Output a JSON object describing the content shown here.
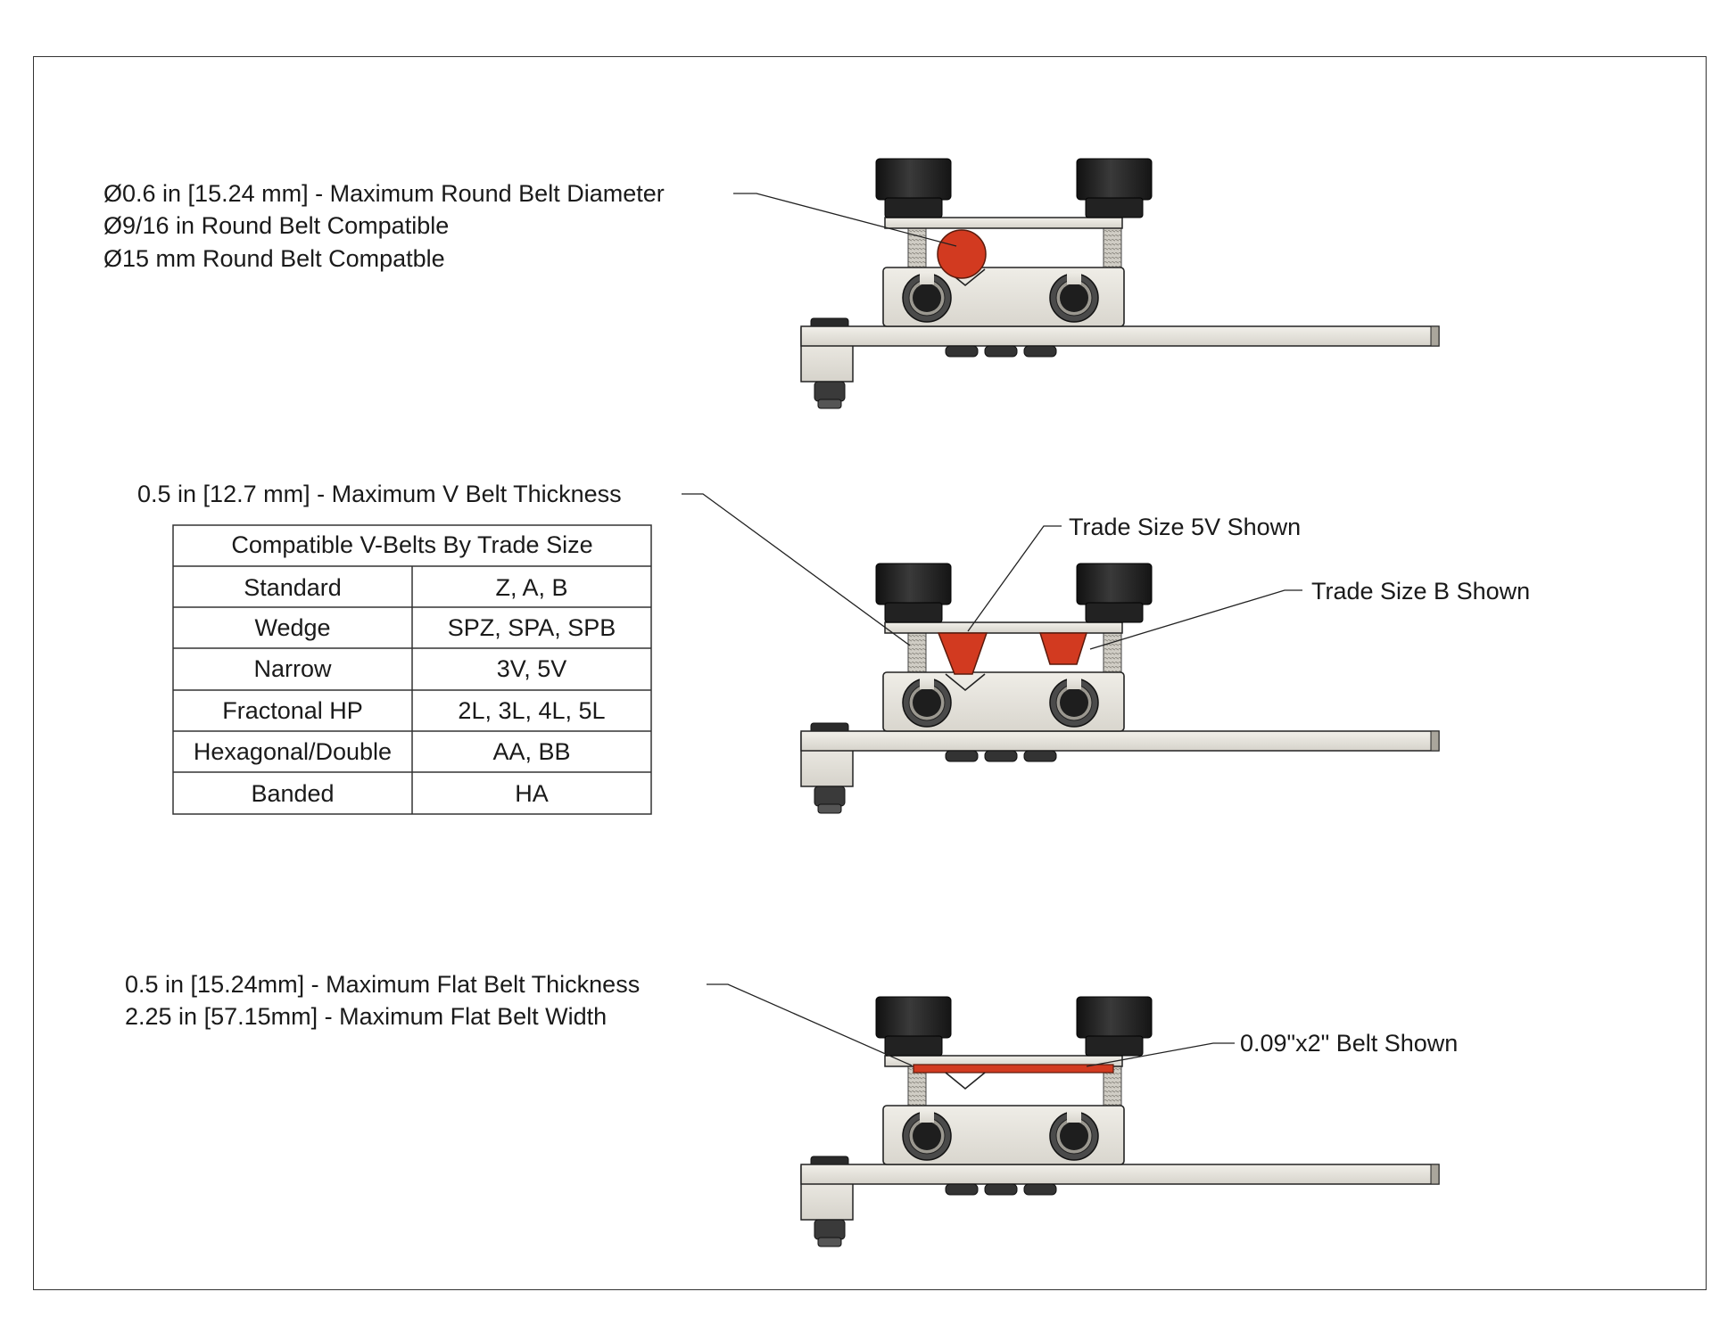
{
  "round_belt": {
    "lines": [
      "Ø0.6 in [15.24 mm] - Maximum Round Belt Diameter",
      "Ø9/16 in Round Belt Compatible",
      "Ø15 mm Round Belt Compatble"
    ]
  },
  "v_belt": {
    "max_thickness": "0.5 in [12.7 mm] - Maximum V Belt Thickness",
    "callout_5v": "Trade Size 5V Shown",
    "callout_b": "Trade Size B Shown"
  },
  "table": {
    "title": "Compatible V-Belts By Trade Size",
    "rows": [
      {
        "type": "Standard",
        "sizes": "Z, A, B"
      },
      {
        "type": "Wedge",
        "sizes": "SPZ, SPA, SPB"
      },
      {
        "type": "Narrow",
        "sizes": "3V, 5V"
      },
      {
        "type": "Fractonal HP",
        "sizes": "2L, 3L, 4L, 5L"
      },
      {
        "type": "Hexagonal/Double",
        "sizes": "AA, BB"
      },
      {
        "type": "Banded",
        "sizes": "HA"
      }
    ]
  },
  "flat_belt": {
    "lines": [
      "0.5 in [15.24mm] - Maximum Flat Belt Thickness",
      "2.25 in [57.15mm] - Maximum Flat Belt Width"
    ],
    "callout": "0.09\"x2\" Belt Shown"
  },
  "colors": {
    "belt": "#d23a20",
    "knob": "#1e1e1e",
    "metal": "#e6e3dc"
  }
}
